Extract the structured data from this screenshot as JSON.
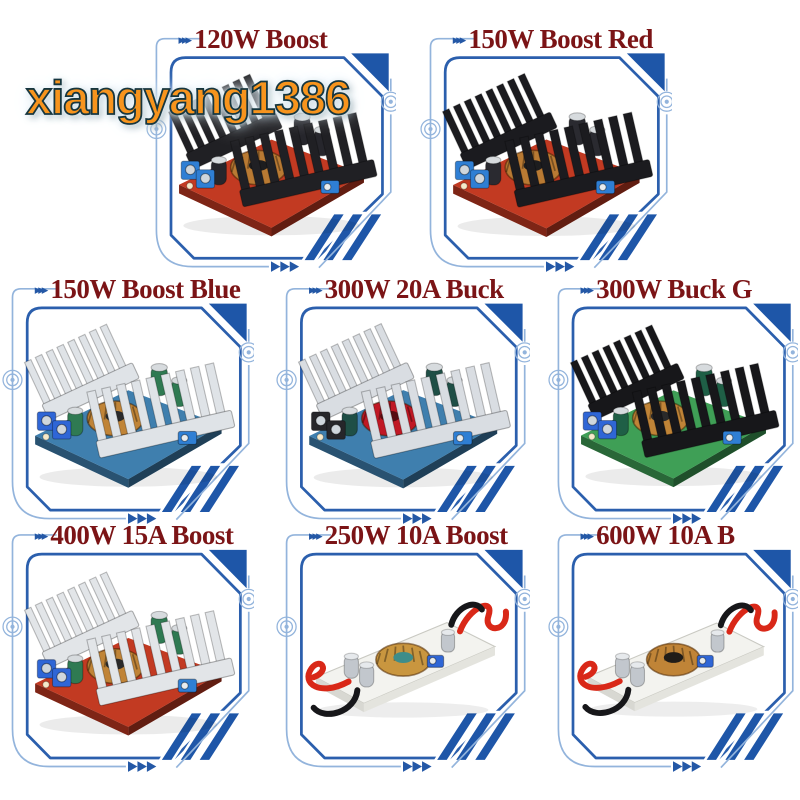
{
  "page": {
    "background": "#ffffff"
  },
  "watermark": {
    "text": "xiangyang1386",
    "color": "#f7941d",
    "outline": "#16363f",
    "glow": "#e8f3fa"
  },
  "frame_style": {
    "border_color": "#2b5fad",
    "accent_color": "#93b4dc",
    "corner_color": "#1e56a8",
    "stripe_color": "#1e56a8",
    "arrow_color": "#2458a6",
    "label_color": "#7b1416",
    "chevron_glyph": "▸▸▸"
  },
  "products": [
    {
      "label": "120W Boost",
      "type": "heatsink",
      "photo": "red PCB boost converter, two black heatsinks, copper toroid, blue terminal block",
      "pcb": "#c23a22",
      "hs": "#202024",
      "toroid": "#b97a33",
      "cap": "#26262c",
      "term": "#2f7fd4",
      "hole": "#1d1d1f"
    },
    {
      "label": "150W Boost Red",
      "type": "heatsink",
      "photo": "red PCB boost converter, two black heatsinks, copper toroid, blue terminal block",
      "pcb": "#c23a22",
      "hs": "#1b1b1f",
      "toroid": "#b97a33",
      "cap": "#2a2a30",
      "term": "#2f7fd4",
      "hole": "#1d1d1f"
    },
    {
      "label": "150W Boost Blue",
      "type": "heatsink",
      "photo": "blue PCB boost converter, two silver heatsinks, copper toroid, green capacitors, blue terminal",
      "pcb": "#3f7fae",
      "hs": "#dfe3e7",
      "toroid": "#c08437",
      "cap": "#2f7a52",
      "term": "#2f66d6",
      "hole": "#2a2a2a"
    },
    {
      "label": "300W 20A Buck",
      "type": "heatsink",
      "photo": "blue PCB buck converter, two silver heatsinks, red toroid, black terminal blocks, two trimmers",
      "pcb": "#3f7fae",
      "hs": "#d9dde2",
      "toroid": "#c01824",
      "cap": "#1f4f46",
      "term": "#26262a",
      "hole": "#550b10"
    },
    {
      "label": "300W Buck G",
      "type": "heatsink",
      "photo": "green PCB buck converter, two black heatsinks, copper toroid, green capacitors, blue trimmers",
      "pcb": "#3f9f56",
      "hs": "#17171a",
      "toroid": "#c08437",
      "cap": "#1f5f46",
      "term": "#2f66d6",
      "hole": "#2a2a2a"
    },
    {
      "label": "400W 15A Boost",
      "type": "heatsink",
      "photo": "red PCB boost converter, two silver heatsinks, copper inductor, green capacitors, blue terminals",
      "pcb": "#c23a22",
      "hs": "#e2e5e8",
      "toroid": "#c08437",
      "cap": "#2f7a52",
      "term": "#2f66d6",
      "hole": "#2a2a2a"
    },
    {
      "label": "250W 10A Boost",
      "type": "wire",
      "photo": "white strip PCB boost module, copper-wound teal toroid, red and black leads both ends",
      "pcb": "#f3f3ef",
      "hs": "#c2c7cd",
      "toroid": "#c9963f",
      "cap": "#c2c7cd",
      "term": "#2f66d6",
      "hole": "#3e8d8a",
      "wire_red": "#d92818",
      "wire_black": "#17171a"
    },
    {
      "label": "600W 10A B",
      "type": "wire",
      "photo": "white strip PCB boost module, large copper toroid, blue connector, red and black leads both ends",
      "pcb": "#f3f3ef",
      "hs": "#c2c7cd",
      "toroid": "#c08437",
      "cap": "#c2c7cd",
      "term": "#2f66d6",
      "hole": "#201c18",
      "wire_red": "#d92818",
      "wire_black": "#17171a"
    }
  ]
}
